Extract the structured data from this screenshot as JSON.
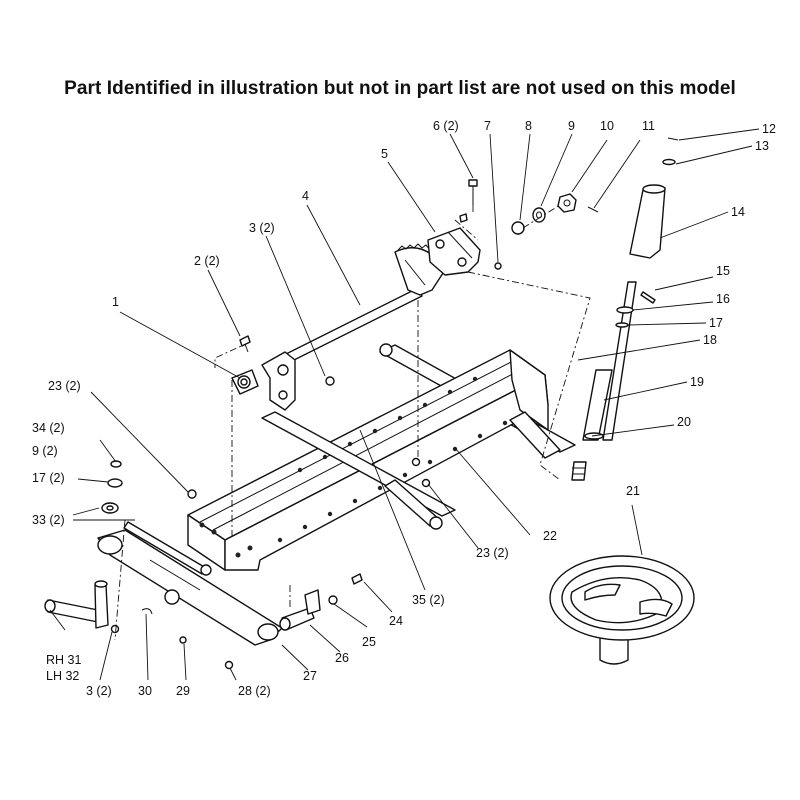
{
  "notice": "Part Identified in illustration but not in part list are not used on this model",
  "callouts": {
    "c1": "1",
    "c2": "2 (2)",
    "c3a": "3 (2)",
    "c3b": "3 (2)",
    "c4": "4",
    "c5": "5",
    "c6": "6 (2)",
    "c7": "7",
    "c8": "8",
    "c9": "9",
    "c9b": "9 (2)",
    "c10": "10",
    "c11": "11",
    "c12": "12",
    "c13": "13",
    "c14": "14",
    "c15": "15",
    "c16": "16",
    "c17": "17",
    "c17b": "17 (2)",
    "c18": "18",
    "c19": "19",
    "c20": "20",
    "c21": "21",
    "c22": "22",
    "c23a": "23 (2)",
    "c23b": "23 (2)",
    "c24": "24",
    "c25": "25",
    "c26": "26",
    "c27": "27",
    "c28": "28 (2)",
    "c29": "29",
    "c30": "30",
    "c31": "RH 31",
    "c32": "LH 32",
    "c33": "33 (2)",
    "c34": "34 (2)",
    "c35": "35 (2)"
  }
}
